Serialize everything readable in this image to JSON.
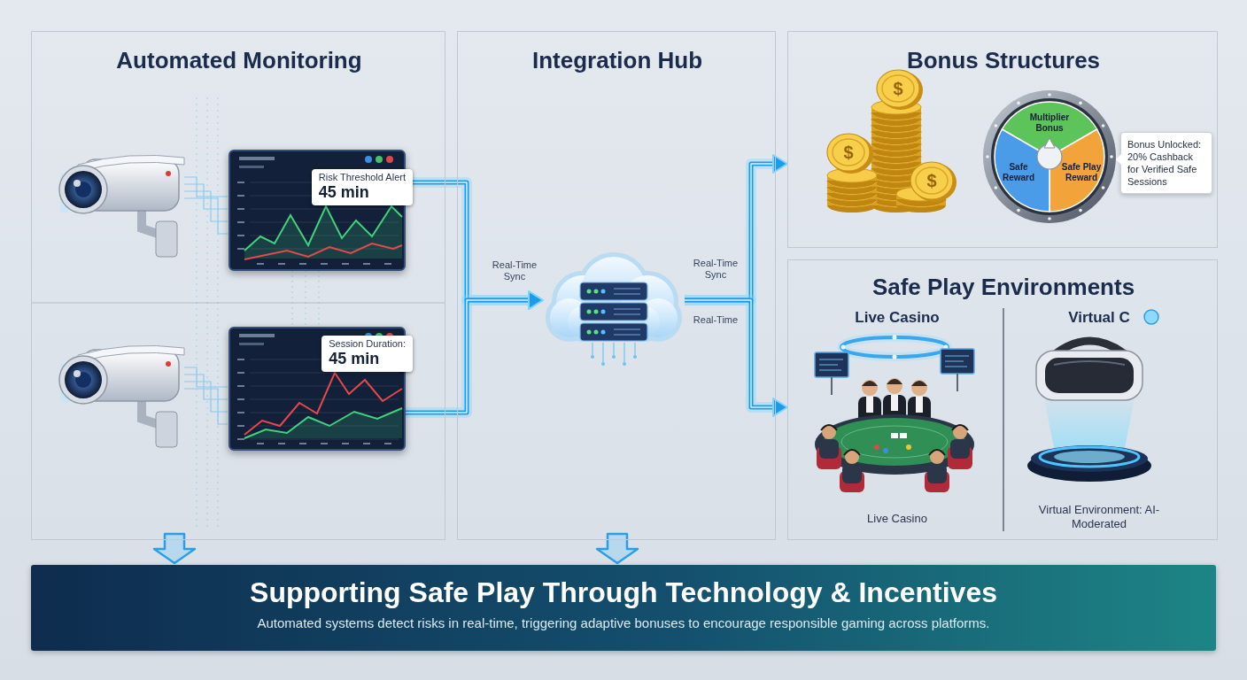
{
  "diagram": {
    "title": "Supporting Safe Play Through Technology & Incentives",
    "caption": "Automated systems detect risks in real-time, triggering adaptive bonuses to encourage responsible gaming across platforms.",
    "nodes": [
      {
        "text": [
          "Automated Monitoring"
        ]
      },
      {
        "text": [
          "Risk Threshold Alert",
          "45 min"
        ],
        "in": 0
      },
      {
        "text": [
          "Session Duration:",
          "45 min"
        ],
        "in": 0
      },
      {
        "text": [
          "Integration Hub"
        ]
      },
      {
        "text": [
          "Real-Time Sync",
          "Real-Time Sync",
          "Real-Time"
        ],
        "in": 3
      },
      {
        "text": [
          "Bonus Structures"
        ]
      },
      {
        "text": [
          "Multiplier Bonus",
          "Safe Reward",
          "Safe Play Reward"
        ],
        "in": 5
      },
      {
        "text": [
          "Bonus Unlocked: 20% Cashback for Verified Safe Sessions"
        ],
        "in": 5
      },
      {
        "text": [
          "Safe Play Environments",
          "Live Casino",
          "Virtual C",
          "Live Casino",
          "Virtual Environment: AI-Moderated"
        ]
      }
    ],
    "edges": [
      {
        "from": 1,
        "to": 4,
        "arrow": "to"
      },
      {
        "from": 2,
        "to": 4,
        "arrow": "to"
      },
      {
        "from": 4,
        "to": 5,
        "arrow": "to"
      },
      {
        "from": 4,
        "to": 8,
        "arrow": "to"
      }
    ],
    "labels": [
      "$",
      "$",
      "$"
    ]
  }
}
